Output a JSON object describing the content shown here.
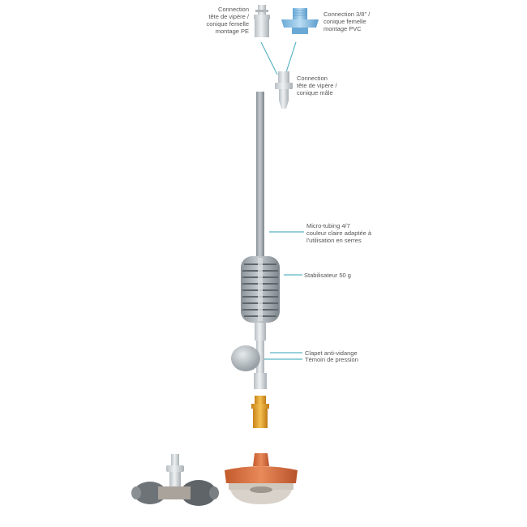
{
  "diagram": {
    "type": "exploded assembly diagram (fogging/misting line)",
    "leader_color": "#5bb3c4",
    "labels": {
      "conn_pe": [
        "Connection",
        "tête de vipère /",
        "conique femelle",
        "montage PE"
      ],
      "conn_pvc": [
        "Connection 3/8\" /",
        "conique femelle",
        "montage PVC"
      ],
      "conn_male": [
        "Connection",
        "tête de vipère /",
        "conique mâle"
      ],
      "tubing": [
        "Micro-tubing 4/7",
        "couleur claire adaptée à",
        "l'utilisation en serres"
      ],
      "stabilizer": [
        "Stabilisateur 50 g"
      ],
      "check_valve": [
        "Clapet anti-vidange"
      ],
      "pressure_indicator": [
        "Témoin de pression"
      ]
    },
    "components": [
      {
        "id": "pe-connector",
        "color": "#c9cdd0"
      },
      {
        "id": "pvc-connector",
        "color": "#8fc3e6"
      },
      {
        "id": "male-connector",
        "color": "#dde2e4"
      },
      {
        "id": "micro-tubing",
        "color": "#9aa3a8"
      },
      {
        "id": "stabilizer",
        "color": "#9ea5aa"
      },
      {
        "id": "check-valve",
        "color": "#b6bdc1"
      },
      {
        "id": "orange-adapter",
        "color": "#e8a32c"
      },
      {
        "id": "tee-connector",
        "color": "#6e7378"
      },
      {
        "id": "mist-nozzle",
        "color": "#d96c3c"
      }
    ]
  }
}
